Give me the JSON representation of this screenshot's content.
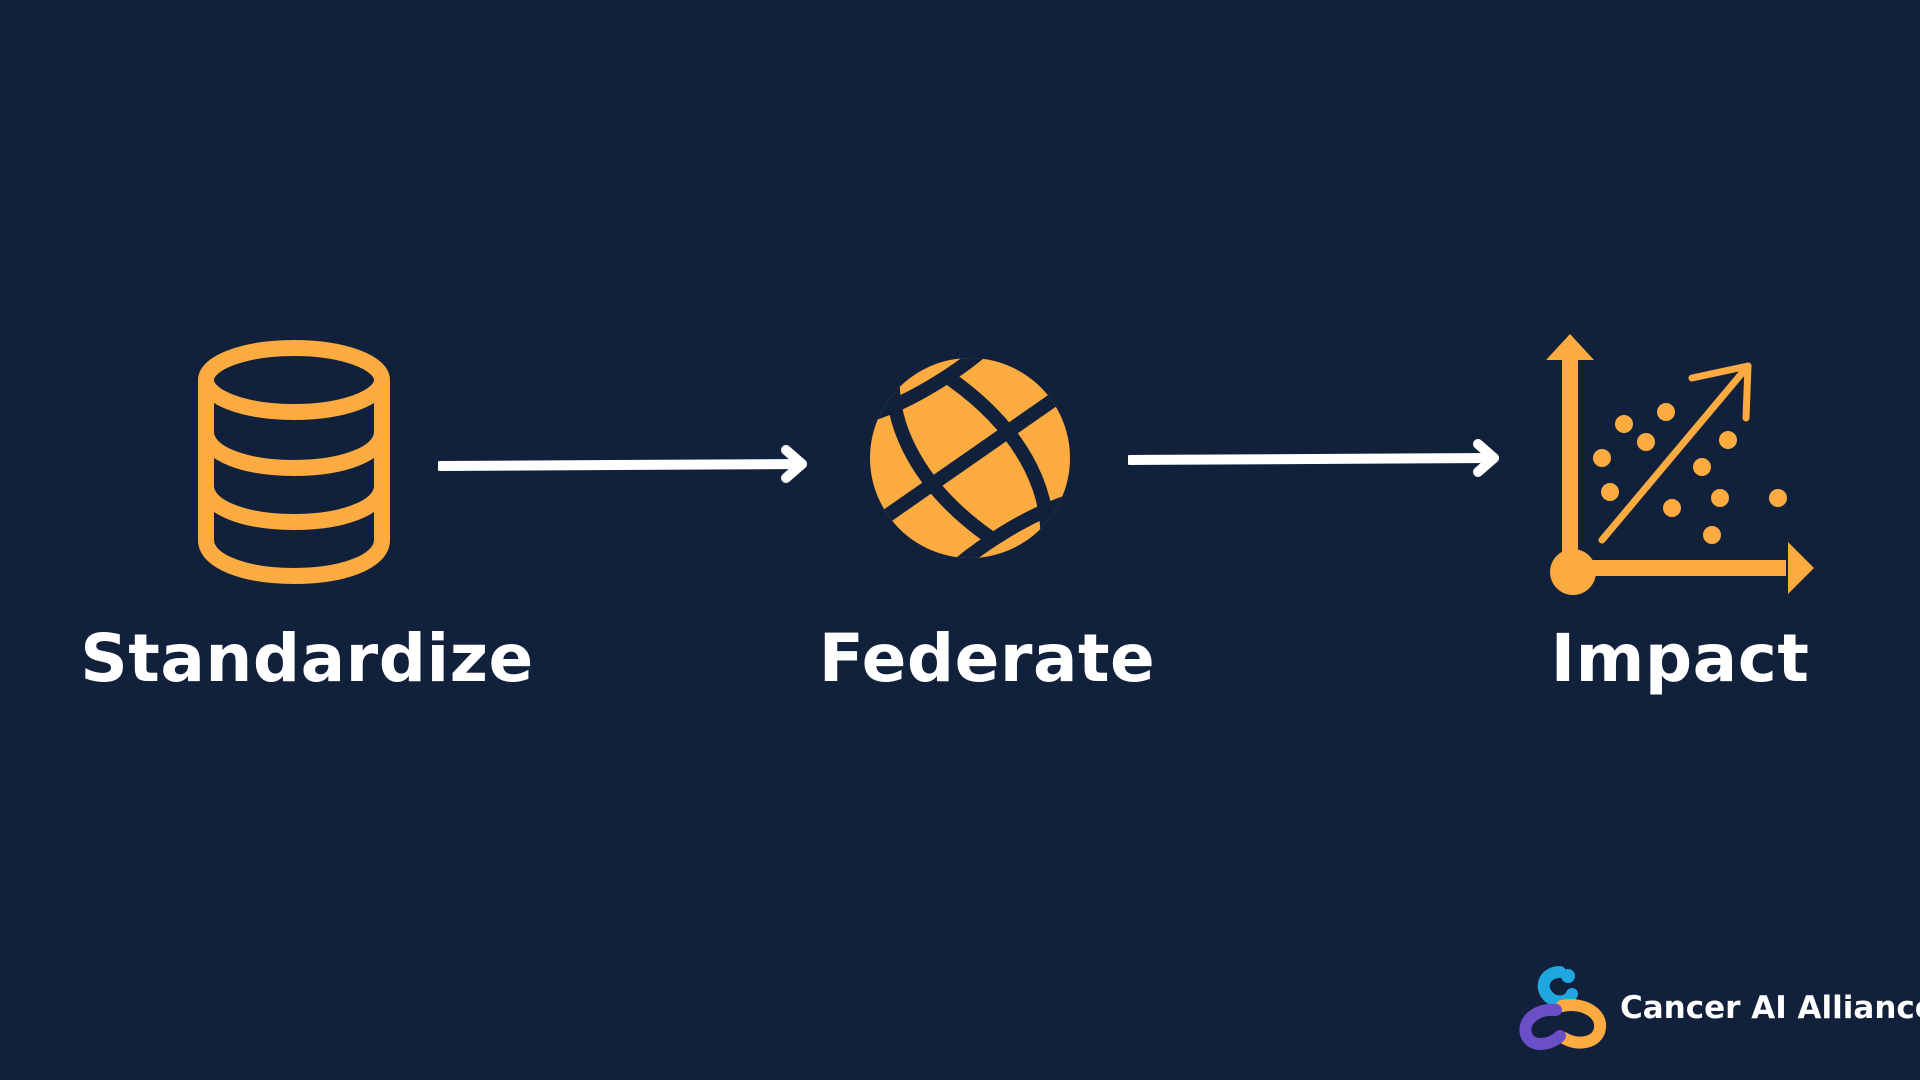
{
  "diagram": {
    "steps": [
      {
        "label": "Standardize",
        "icon": "database-icon"
      },
      {
        "label": "Federate",
        "icon": "globe-icon"
      },
      {
        "label": "Impact",
        "icon": "scatter-chart-icon"
      }
    ],
    "connectors": [
      "arrow-right",
      "arrow-right"
    ]
  },
  "brand": {
    "name": "Cancer AI Alliance",
    "logo_icon": "alliance-logo-icon"
  },
  "colors": {
    "background": "#12213b",
    "accent": "#fbab3f",
    "text": "#ffffff",
    "logo_blue": "#1fa7e0",
    "logo_purple": "#6b4fc8"
  }
}
